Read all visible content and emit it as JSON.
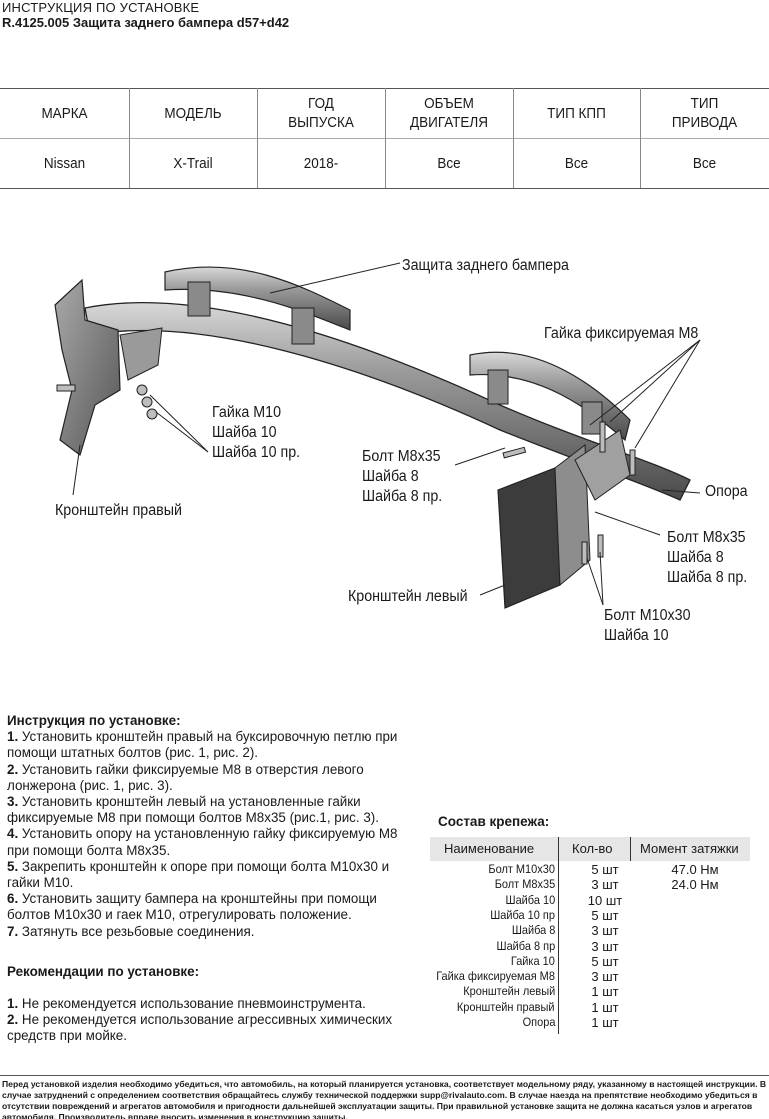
{
  "header": {
    "line1": "ИНСТРУКЦИЯ ПО УСТАНОВКЕ",
    "line2": "R.4125.005 Защита заднего бампера d57+d42"
  },
  "spec_table": {
    "headers": [
      [
        "МАРКА"
      ],
      [
        "МОДЕЛЬ"
      ],
      [
        "ГОД",
        "ВЫПУСКА"
      ],
      [
        "ОБЪЕМ",
        "ДВИГАТЕЛЯ"
      ],
      [
        "ТИП КПП"
      ],
      [
        "ТИП",
        "ПРИВОДА"
      ]
    ],
    "values": [
      "Nissan",
      "X-Trail",
      "2018-",
      "Все",
      "Все",
      "Все"
    ]
  },
  "diagram": {
    "labels": {
      "guard": "Защита заднего бампера",
      "fixed_nut": "Гайка фиксируемая М8",
      "nut_m10": "Гайка М10",
      "washer10": "Шайба 10",
      "washer10_spring": "Шайба 10 пр.",
      "bolt_m8_a": "Болт М8х35",
      "washer8_a": "Шайба 8",
      "washer8_spring_a": "Шайба 8 пр.",
      "support": "Опора",
      "bracket_right": "Кронштейн правый",
      "bolt_m8_b": "Болт М8х35",
      "washer8_b": "Шайба 8",
      "washer8_spring_b": "Шайба 8 пр.",
      "bracket_left": "Кронштейн левый",
      "bolt_m10": "Болт М10х30",
      "washer10_b": "Шайба 10"
    }
  },
  "instructions": {
    "title": "Инструкция по установке:",
    "steps": [
      {
        "num": "1.",
        "text": " Установить кронштейн правый на буксировочную петлю при помощи штатных болтов (рис. 1, рис. 2)."
      },
      {
        "num": "2.",
        "text": " Установить гайки фиксируемые М8 в отверстия левого лонжерона (рис. 1, рис. 3)."
      },
      {
        "num": "3.",
        "text": " Установить кронштейн левый на установленные гайки фиксируемые М8 при помощи болтов М8х35 (рис.1, рис. 3)."
      },
      {
        "num": "4.",
        "text": " Установить опору на установленную гайку фиксируемую М8 при помощи болта М8х35."
      },
      {
        "num": "5.",
        "text": " Закрепить кронштейн к опоре при помощи болта М10х30 и гайки М10."
      },
      {
        "num": "6.",
        "text": " Установить защиту бампера на кронштейны при помощи болтов М10х30 и гаек М10, отрегулировать положение."
      },
      {
        "num": "7.",
        "text": " Затянуть все резьбовые соединения."
      }
    ],
    "rec_title": "Рекомендации по установке:",
    "recs": [
      {
        "num": "1.",
        "text": " Не рекомендуется использование пневмоинструмента."
      },
      {
        "num": "2.",
        "text": " Не рекомендуется использование агрессивных химических средств при мойке."
      }
    ]
  },
  "fasteners": {
    "title": "Состав крепежа:",
    "headers": [
      "Наименование",
      "Кол-во",
      "Момент затяжки"
    ],
    "rows": [
      {
        "name": "Болт М10х30",
        "qty": "5 шт",
        "torque": "47.0 Нм"
      },
      {
        "name": "Болт М8х35",
        "qty": "3 шт",
        "torque": "24.0 Нм"
      },
      {
        "name": "Шайба 10",
        "qty": "10 шт",
        "torque": ""
      },
      {
        "name": "Шайба 10 пр",
        "qty": "5 шт",
        "torque": ""
      },
      {
        "name": "Шайба 8",
        "qty": "3 шт",
        "torque": ""
      },
      {
        "name": "Шайба 8 пр",
        "qty": "3 шт",
        "torque": ""
      },
      {
        "name": "Гайка 10",
        "qty": "5 шт",
        "torque": ""
      },
      {
        "name": "Гайка фиксируемая М8",
        "qty": "3 шт",
        "torque": ""
      },
      {
        "name": "Кронштейн левый",
        "qty": "1 шт",
        "torque": ""
      },
      {
        "name": "Кронштейн правый",
        "qty": "1 шт",
        "torque": ""
      },
      {
        "name": "Опора",
        "qty": "1 шт",
        "torque": ""
      }
    ]
  },
  "footer": {
    "text": "Перед установкой изделия необходимо убедиться, что автомобиль, на который планируется установка, соответствует модельному ряду, указанному в настоящей инструкции. В случае затруднений с определением соответствия обращайтесь службу технической поддержки supp@rivalauto.com. В случае наезда на препятствие необходимо убедиться в отсутствии повреждений и агрегатов автомобиля и пригодности дальнейшей эксплуатации защиты. При правильной установке защита не должна касаться узлов и агрегатов автомобиля. Производитель вправе вносить изменения в конструкцию защиты."
  }
}
